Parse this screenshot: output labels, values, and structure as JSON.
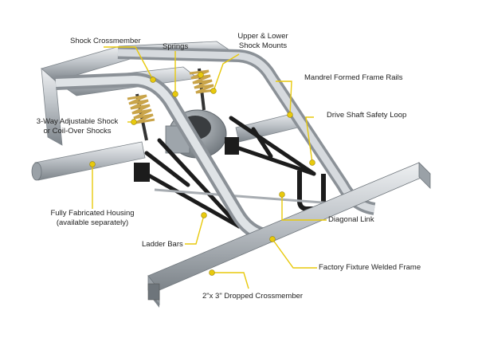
{
  "labels": {
    "shock_crossmember": "Shock Crossmember",
    "springs": "Springs",
    "upper_lower_shock_mounts": [
      "Upper & Lower",
      "Shock Mounts"
    ],
    "mandrel_formed_frame_rails": "Mandrel Formed Frame Rails",
    "drive_shaft_safety_loop": "Drive Shaft Safety Loop",
    "adjustable_shock": [
      "3-Way Adjustable Shock",
      "or Coil-Over Shocks"
    ],
    "fully_fabricated_housing": [
      "Fully Fabricated Housing",
      "(available separately)"
    ],
    "diagonal_link": "Diagonal Link",
    "ladder_bars": "Ladder Bars",
    "factory_fixture_welded_frame": "Factory Fixture Welded Frame",
    "dropped_crossmember": "2\"x 3\" Dropped Crossmember"
  },
  "colors": {
    "leader": "#e8c90c",
    "frame": "#b9bec3",
    "frame_dark": "#868c92",
    "frame_light": "#dde1e4",
    "black_steel": "#1c1c1c",
    "spring": "#c9a449",
    "housing": "#8f969c"
  }
}
